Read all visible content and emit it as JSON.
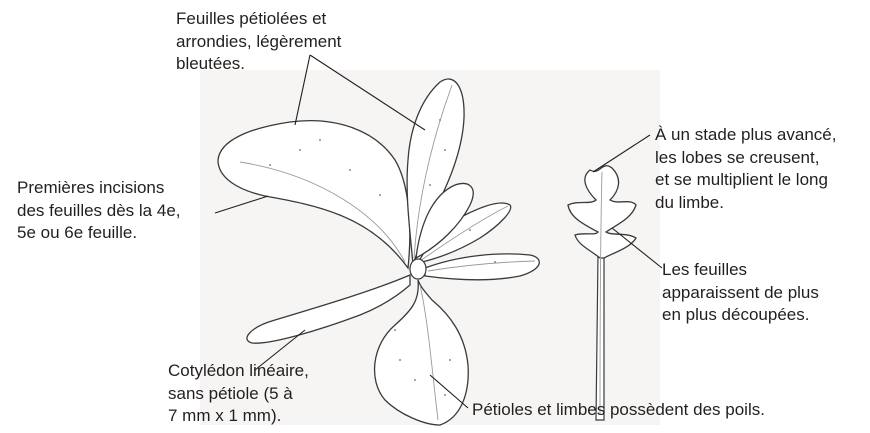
{
  "annotations": {
    "petioles_rounded": [
      "Feuilles pétiolées et",
      "arrondies, légèrement",
      "bleutées."
    ],
    "first_incisions": [
      "Premières incisions",
      "des feuilles dès la 4e,",
      "5e ou 6e feuille."
    ],
    "cotyledon": [
      "Cotylédon linéaire,",
      "sans pétiole (5 à",
      "7 mm x 1 mm)."
    ],
    "hairs": [
      "Pétioles et limbes possèdent des poils."
    ],
    "advanced_stage": [
      "À un stade plus avancé,",
      "les lobes se creusent,",
      "et se multiplient le long",
      "du limbe."
    ],
    "cut_leaves": [
      "Les feuilles",
      "apparaissent de plus",
      "en plus découpées."
    ]
  }
}
